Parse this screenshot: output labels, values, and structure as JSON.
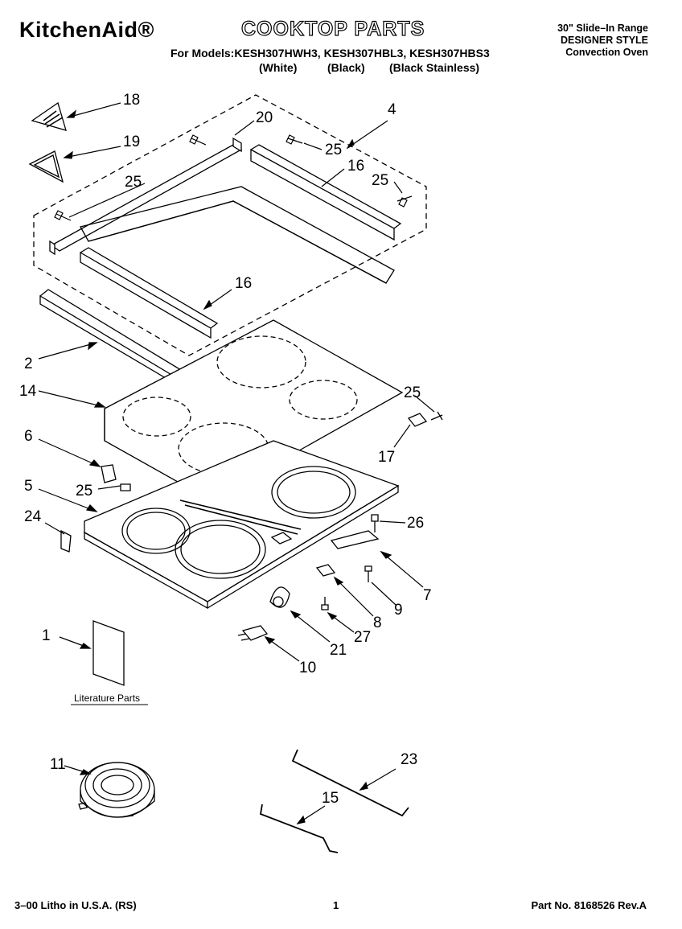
{
  "header": {
    "brand": "KitchenAid®",
    "title": "COOKTOP PARTS",
    "models_line": "For Models:KESH307HWH3, KESH307HBL3, KESH307HBS3",
    "variants": [
      "(White)",
      "(Black)",
      "(Black Stainless)"
    ],
    "product_type": "30\" Slide–In Range",
    "style": "DESIGNER STYLE",
    "feature": "Convection Oven"
  },
  "callouts": [
    "18",
    "20",
    "4",
    "19",
    "25",
    "25",
    "16",
    "25",
    "25",
    "16",
    "2",
    "14",
    "25",
    "6",
    "17",
    "5",
    "25",
    "26",
    "24",
    "7",
    "9",
    "8",
    "27",
    "21",
    "10",
    "1",
    "11",
    "23",
    "15"
  ],
  "literature_label": "Literature Parts",
  "footer": {
    "left": "3–00 Litho in U.S.A. (RS)",
    "page": "1",
    "part_no": "Part No. 8168526 Rev.A"
  }
}
